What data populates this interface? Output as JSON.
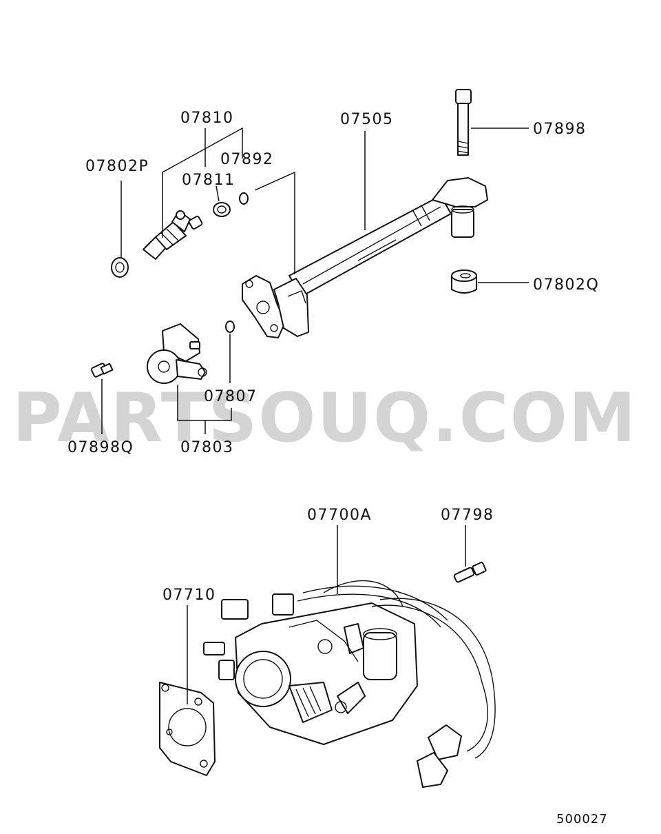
{
  "watermark": "PARTSOUQ.COM",
  "diagram_code": "500027",
  "labels": {
    "l07810": "07810",
    "l07505": "07505",
    "l07898": "07898",
    "l07802p": "07802P",
    "l07892": "07892",
    "l07811": "07811",
    "l07802q": "07802Q",
    "l07807": "07807",
    "l07898q": "07898Q",
    "l07803": "07803",
    "l07700a": "07700A",
    "l07798": "07798",
    "l07710": "07710"
  }
}
